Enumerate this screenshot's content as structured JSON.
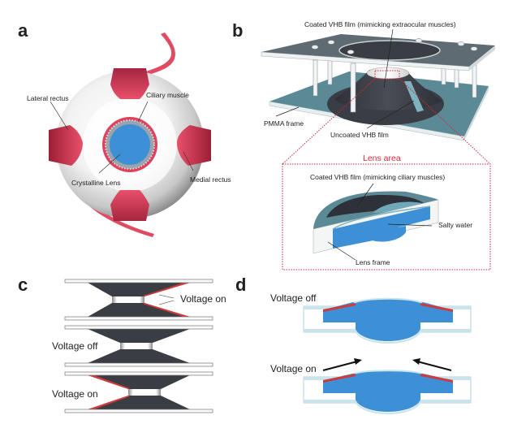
{
  "figure": {
    "panels": {
      "a": {
        "letter": "a",
        "labels": {
          "lateral_rectus": "Lateral rectus",
          "ciliary_muscle": "Ciliary muscle",
          "crystalline_lens": "Crystalline Lens",
          "medial_rectus": "Medial rectus"
        }
      },
      "b": {
        "letter": "b",
        "labels": {
          "coated_extraocular": "Coated VHB film (mimicking extraocular muscles)",
          "pmma_frame": "PMMA frame",
          "uncoated_vhb": "Uncoated VHB film",
          "lens_area": "Lens area",
          "coated_ciliary": "Coated VHB film (mimicking ciliary muscles)",
          "salty_water": "Salty water",
          "lens_frame": "Lens frame"
        }
      },
      "c": {
        "letter": "c",
        "states": [
          {
            "label": "Voltage on",
            "side": "right"
          },
          {
            "label": "Voltage off",
            "side": "none"
          },
          {
            "label": "Voltage on",
            "side": "left"
          }
        ]
      },
      "d": {
        "letter": "d",
        "states": [
          {
            "label": "Voltage off"
          },
          {
            "label": "Voltage on"
          }
        ]
      }
    },
    "colors": {
      "muscle_red": "#e0405a",
      "muscle_dark": "#a8233a",
      "lens_blue": "#3d8fd6",
      "film_dark": "#3a3d44",
      "plate_teal": "#5b8a96",
      "frame_light": "#c9e4ea",
      "electrode_red": "#d23a3a",
      "lens_area_red": "#d42a3c"
    }
  }
}
